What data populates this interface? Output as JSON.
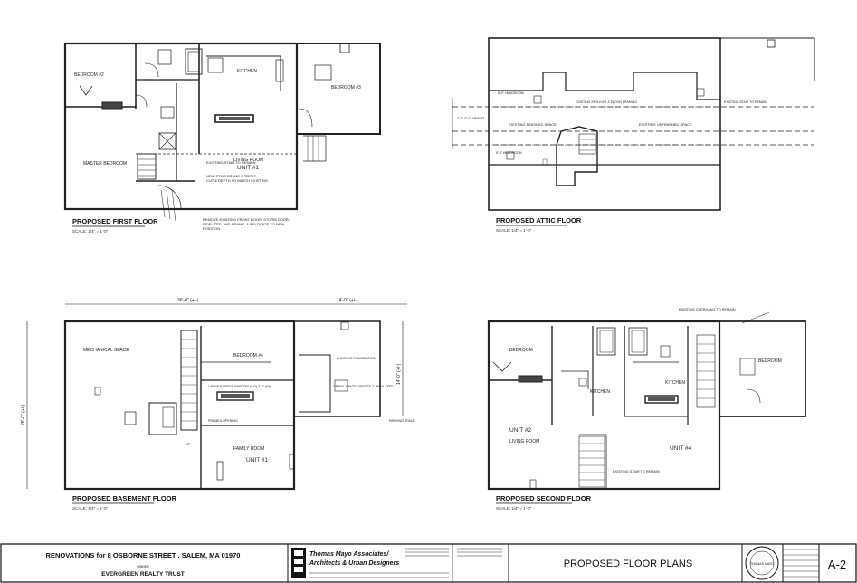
{
  "drawing": {
    "first_floor": {
      "title": "PROPOSED FIRST FLOOR",
      "scale": "SCALE: 1/4\" = 1'-0\"",
      "rooms": {
        "bedroom": "BEDROOM #2",
        "kitchen": "KITCHEN",
        "bedroom_right": "BEDROOM #3",
        "master": "MASTER BEDROOM",
        "living": "LIVING ROOM",
        "unit": "UNIT #1",
        "stair_note": "EXISTING STAIR TO REMAIN",
        "note1": "NEW STAIR FRAME & TREAD",
        "note2": "CUT & DEPTH TO MATCH EXISTING",
        "note3": "REMOVE EXISTING FRONT DOOR, STORM DOOR,",
        "note4": "SIDELITES, AND FRAME, & RELOCATE TO NEW",
        "note5": "POSITION"
      }
    },
    "attic": {
      "title": "PROPOSED ATTIC FLOOR",
      "scale": "SCALE: 1/4\" = 1'-0\"",
      "finished": "EXISTING FINISHED SPACE",
      "unfinished": "EXISTING UNFINISHED SPACE",
      "stair": "EXISTING STAIR TO REMAIN",
      "dim1": "8'-0\" HEADROOM",
      "dim2": "7'-0\" CLG. HEIGHT",
      "dim3": "5'-0\" HEADROOM",
      "dim4": "EXISTING SKYLIGHT & FLOOR FRAMING"
    },
    "basement": {
      "title": "PROPOSED BASEMENT FLOOR",
      "scale": "SCALE: 1/4\" = 1'-0\"",
      "dim_main": "36'-0\" (+/-)",
      "dim_right": "14'-0\" (+/-)",
      "dim_left": "28'-0\" (+/-)",
      "dim_side": "14'-0\" (+/-)",
      "mech": "MECHANICAL SPACE",
      "bedroom": "BEDROOM #4",
      "family": "FAMILY ROOM",
      "unit": "UNIT #1",
      "existing_foundation": "EXISTING FOUNDATION",
      "crawl": "CRAWL SPACE, VENTED & INSULATED",
      "parking": "PARKING SPACE",
      "window1": "LARGE EGRESS WINDOW (2x2) 3'-0\" (W)",
      "window2": "FRAMED OPENING",
      "up": "UP"
    },
    "second_floor": {
      "title": "PROPOSED SECOND FLOOR",
      "scale": "SCALE: 1/4\" = 1'-0\"",
      "bedroom_left": "BEDROOM",
      "bedroom_right": "BEDROOM",
      "kitchen_left": "KITCHEN",
      "kitchen_right": "KITCHEN",
      "unit_left": "UNIT #2",
      "unit_right": "UNIT #4",
      "living": "LIVING ROOM",
      "stair_note": "EXISTING STAIR TO REMAIN",
      "top_note": "EXISTING OVERHANG TO REMAIN"
    }
  },
  "title_block": {
    "project": "RENOVATIONS for 8 OSBORNE STREET . SALEM, MA 01970",
    "owner_label": "OWNER",
    "owner": "EVERGREEN REALTY TRUST",
    "firm_line1": "Thomas Mayo Associates/",
    "firm_line2": "Architects & Urban Designers",
    "sheet_title": "PROPOSED FLOOR PLANS",
    "sheet_number": "A-2",
    "seal_name": "THOMAS MAYO"
  }
}
